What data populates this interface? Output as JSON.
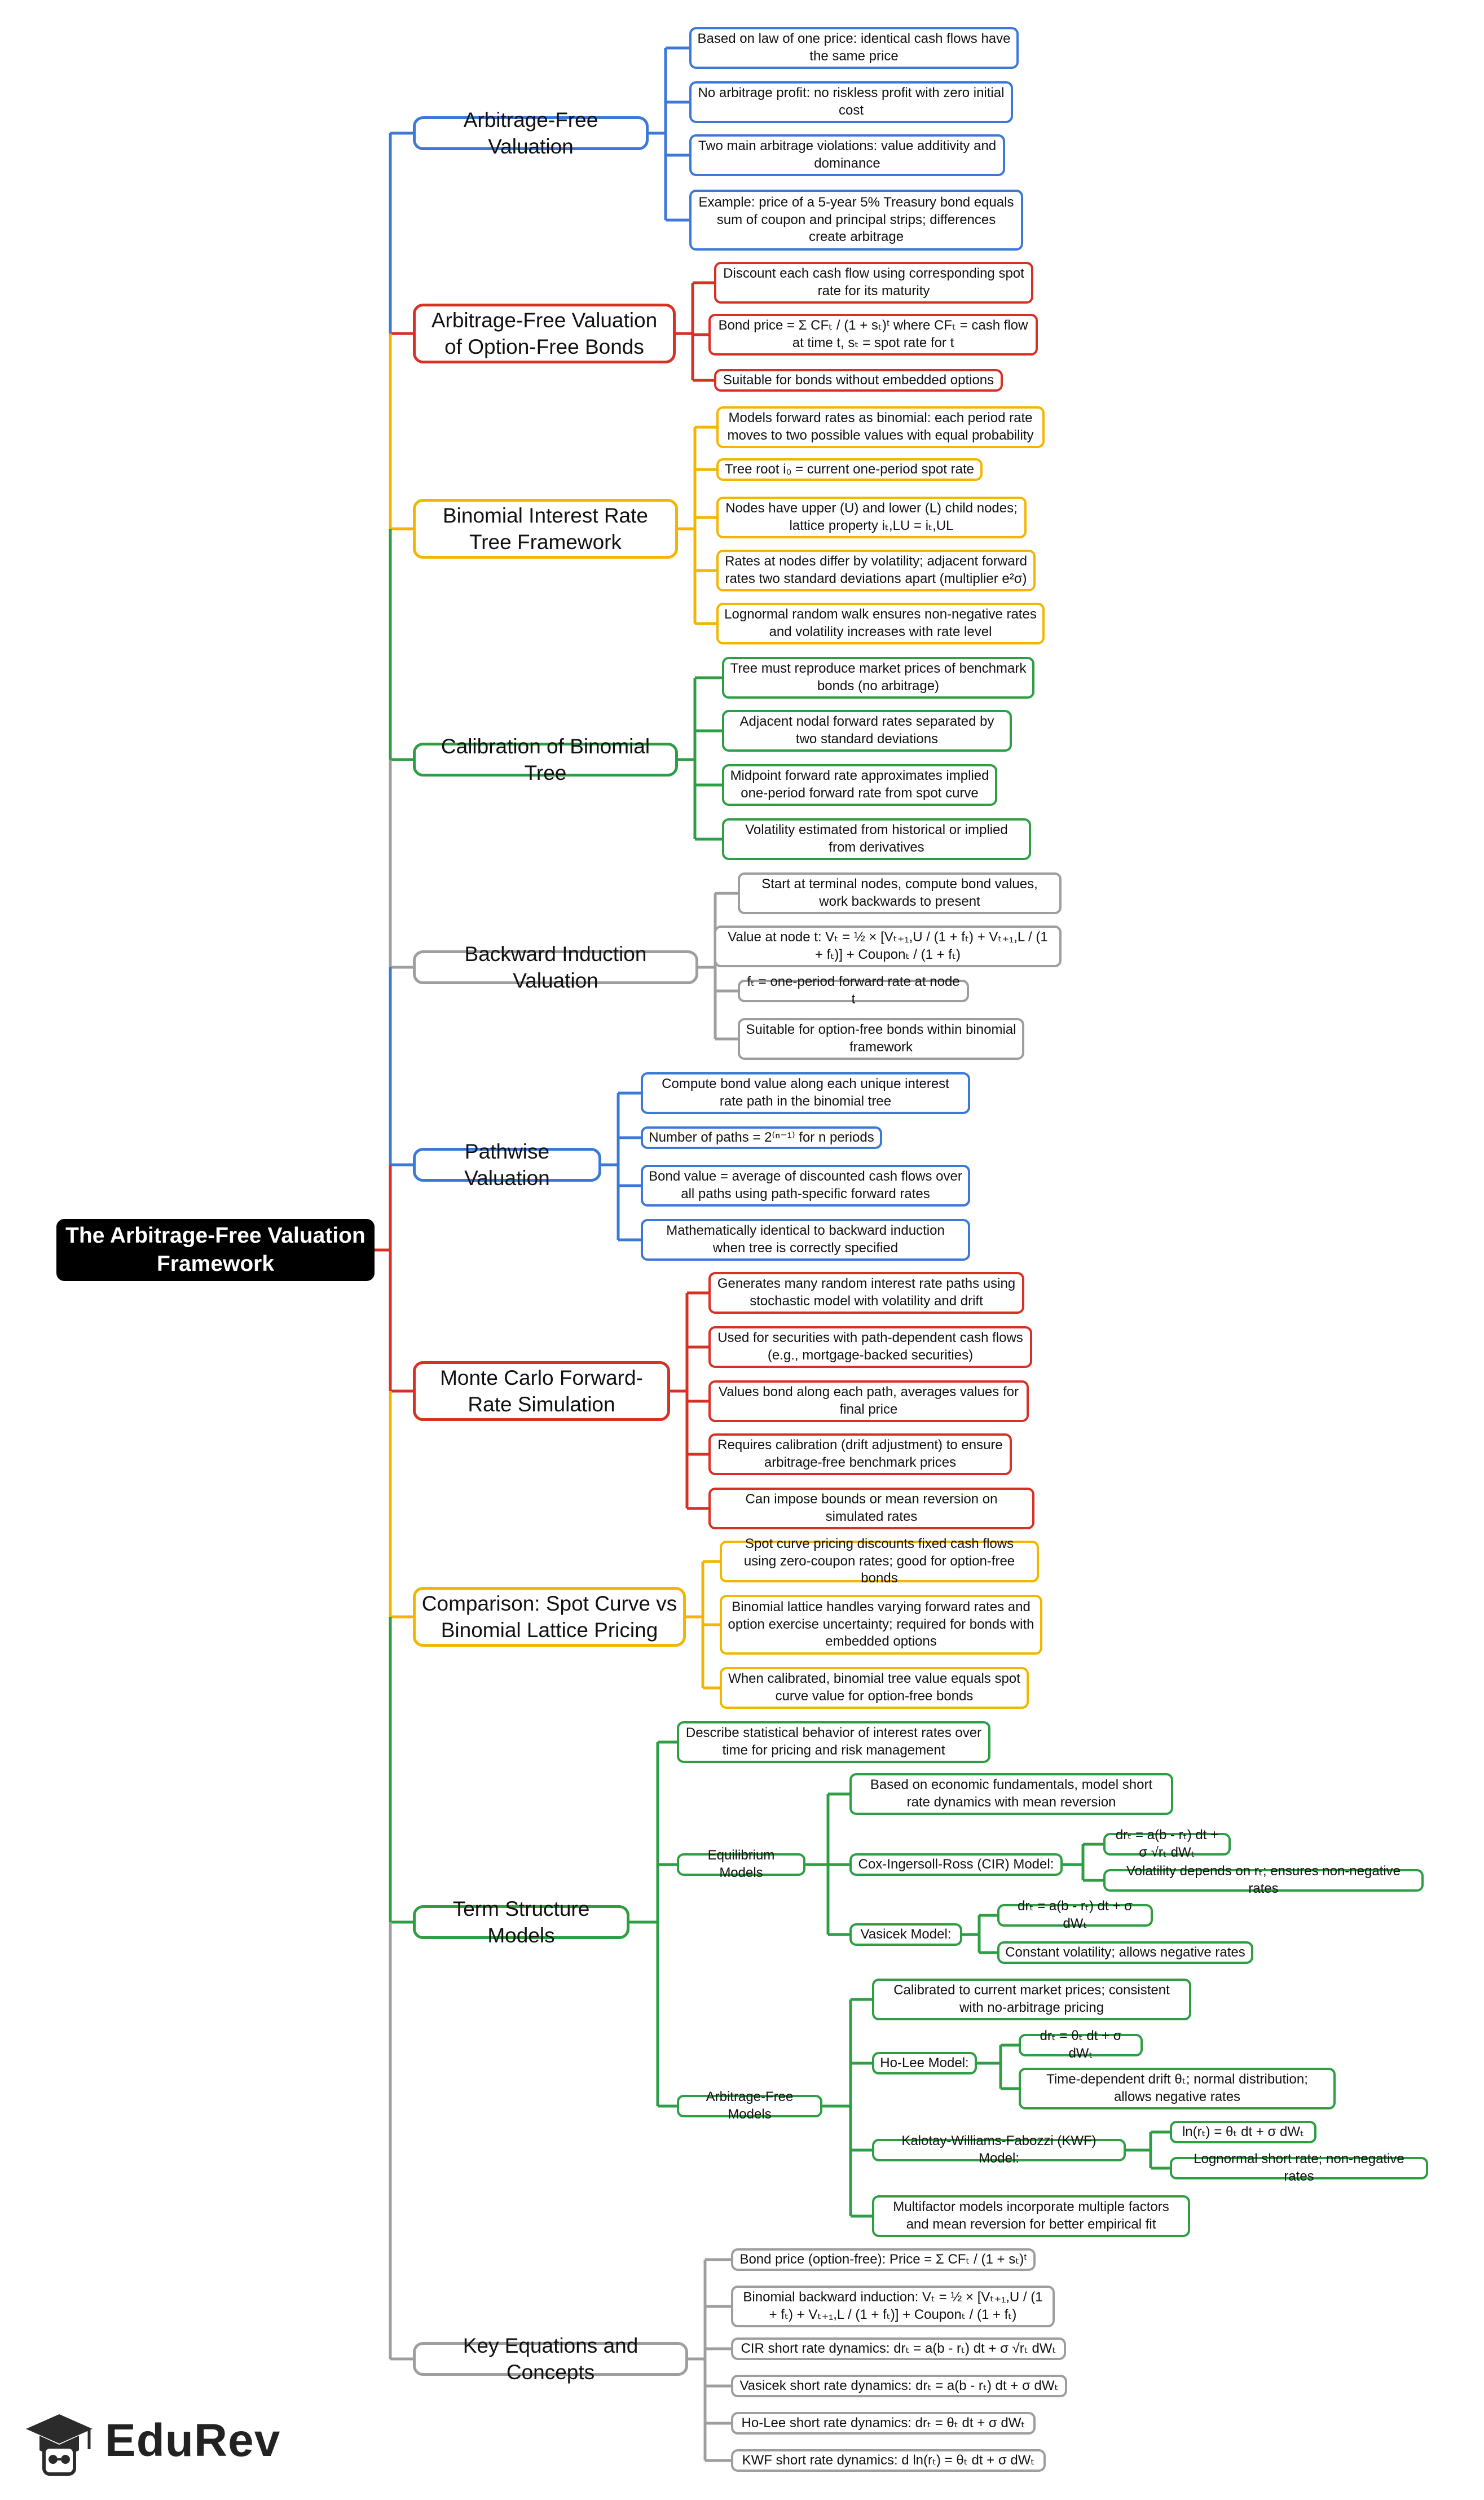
{
  "root": {
    "text": "The Arbitrage-Free Valuation Framework"
  },
  "brand": {
    "name": "EduRev"
  },
  "colors": {
    "blue": "#3C78D8",
    "red": "#D93025",
    "yellow": "#F4B400",
    "green": "#2E9E44",
    "gray": "#9E9E9E"
  },
  "topics": [
    {
      "label": "Arbitrage-Free Valuation",
      "color": "blue",
      "items": [
        "Based on law of one price: identical cash flows have the same price",
        "No arbitrage profit: no riskless profit with zero initial cost",
        "Two main arbitrage violations: value additivity and dominance",
        "Example: price of a 5-year 5% Treasury bond equals sum of coupon and principal strips; differences create arbitrage"
      ]
    },
    {
      "label": "Arbitrage-Free Valuation of Option-Free Bonds",
      "color": "red",
      "items": [
        "Discount each cash flow using corresponding spot rate for its maturity",
        "Bond price = Σ CFₜ / (1 + sₜ)ᵗ where CFₜ = cash flow at time t, sₜ = spot rate for t",
        "Suitable for bonds without embedded options"
      ]
    },
    {
      "label": "Binomial Interest Rate Tree Framework",
      "color": "yellow",
      "items": [
        "Models forward rates as binomial: each period rate moves to two possible values with equal probability",
        "Tree root i₀ = current one-period spot rate",
        "Nodes have upper (U) and lower (L) child nodes; lattice property iₜ,LU = iₜ,UL",
        "Rates at nodes differ by volatility; adjacent forward rates two standard deviations apart (multiplier e²σ)",
        "Lognormal random walk ensures non-negative rates and volatility increases with rate level"
      ]
    },
    {
      "label": "Calibration of Binomial Tree",
      "color": "green",
      "items": [
        "Tree must reproduce market prices of benchmark bonds (no arbitrage)",
        "Adjacent nodal forward rates separated by two standard deviations",
        "Midpoint forward rate approximates implied one-period forward rate from spot curve",
        "Volatility estimated from historical or implied from derivatives"
      ]
    },
    {
      "label": "Backward Induction Valuation",
      "color": "gray",
      "items": [
        "Start at terminal nodes, compute bond values, work backwards to present",
        "Value at node t: Vₜ = ½ × [Vₜ₊₁,U / (1 + fₜ) + Vₜ₊₁,L / (1 + fₜ)] + Couponₜ / (1 + fₜ)",
        "fₜ = one-period forward rate at node t",
        "Suitable for option-free bonds within binomial framework"
      ]
    },
    {
      "label": "Pathwise Valuation",
      "color": "blue",
      "items": [
        "Compute bond value along each unique interest rate path in the binomial tree",
        "Number of paths = 2⁽ⁿ⁻¹⁾ for n periods",
        "Bond value = average of discounted cash flows over all paths using path-specific forward rates",
        "Mathematically identical to backward induction when tree is correctly specified"
      ]
    },
    {
      "label": "Monte Carlo Forward-Rate Simulation",
      "color": "red",
      "items": [
        "Generates many random interest rate paths using stochastic model with volatility and drift",
        "Used for securities with path-dependent cash flows (e.g., mortgage-backed securities)",
        "Values bond along each path, averages values for final price",
        "Requires calibration (drift adjustment) to ensure arbitrage-free benchmark prices",
        "Can impose bounds or mean reversion on simulated rates"
      ]
    },
    {
      "label": "Comparison: Spot Curve vs Binomial Lattice Pricing",
      "color": "yellow",
      "items": [
        "Spot curve pricing discounts fixed cash flows using zero-coupon rates; good for option-free bonds",
        "Binomial lattice handles varying forward rates and option exercise uncertainty; required for bonds with embedded options",
        "When calibrated, binomial tree value equals spot curve value for option-free bonds"
      ]
    },
    {
      "label": "Term Structure Models",
      "color": "green",
      "items": []
    },
    {
      "label": "Key Equations and Concepts",
      "color": "gray",
      "items": [
        "Bond price (option-free): Price = Σ CFₜ / (1 + sₜ)ᵗ",
        "Binomial backward induction: Vₜ = ½ × [Vₜ₊₁,U / (1 + fₜ) + Vₜ₊₁,L / (1 + fₜ)] + Couponₜ / (1 + fₜ)",
        "CIR short rate dynamics: drₜ = a(b - rₜ) dt + σ √rₜ dWₜ",
        "Vasicek short rate dynamics: drₜ = a(b - rₜ) dt + σ dWₜ",
        "Ho-Lee short rate dynamics: drₜ = θₜ dt + σ dWₜ",
        "KWF short rate dynamics: d ln(rₜ) = θₜ dt + σ dWₜ"
      ]
    }
  ],
  "term_structure": {
    "describe": "Describe statistical behavior of interest rates over time for pricing and risk management",
    "equilibrium": {
      "label": "Equilibrium Models",
      "desc": "Based on economic fundamentals, model short rate dynamics with mean reversion",
      "cir": {
        "label": "Cox-Ingersoll-Ross (CIR) Model:",
        "eq": "drₜ = a(b - rₜ) dt + σ √rₜ dWₜ",
        "note": "Volatility depends on rₜ; ensures non-negative rates"
      },
      "vasicek": {
        "label": "Vasicek Model:",
        "eq": "drₜ = a(b - rₜ) dt + σ dWₜ",
        "note": "Constant volatility; allows negative rates"
      }
    },
    "arbitrage_free": {
      "label": "Arbitrage-Free Models",
      "desc": "Calibrated to current market prices; consistent with no-arbitrage pricing",
      "holee": {
        "label": "Ho-Lee Model:",
        "eq": "drₜ = θₜ dt + σ dWₜ",
        "note": "Time-dependent drift θₜ; normal distribution; allows negative rates"
      },
      "kwf": {
        "label": "Kalotay-Williams-Fabozzi (KWF) Model:",
        "eq": "ln(rₜ) = θₜ dt + σ dWₜ",
        "note": "Lognormal short rate; non-negative rates"
      },
      "multifactor": "Multifactor models incorporate multiple factors and mean reversion for better empirical fit"
    }
  }
}
